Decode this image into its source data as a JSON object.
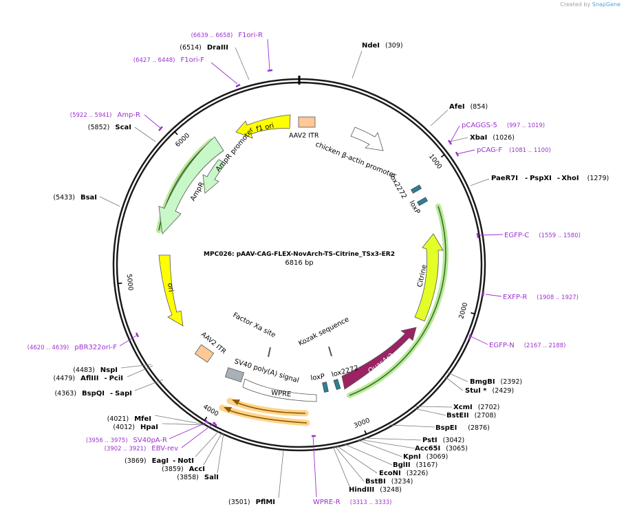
{
  "credit": {
    "created_by": "Created by",
    "brand": "SnapGene"
  },
  "map": {
    "title": "MPC026: pAAV-CAG-FLEX-NovArch-TS-Citrine_TSx3-ER2",
    "length": "6816 bp",
    "total_bp": 6816,
    "ticks": [
      {
        "bp": 1000,
        "label": "1000"
      },
      {
        "bp": 2000,
        "label": "2000"
      },
      {
        "bp": 3000,
        "label": "3000"
      },
      {
        "bp": 4000,
        "label": "4000"
      },
      {
        "bp": 5000,
        "label": "5000"
      },
      {
        "bp": 6000,
        "label": "6000"
      }
    ]
  },
  "colors": {
    "enzyme": "#000000",
    "primer": "#9b30d0",
    "backbone": "#1a1a1a",
    "yellow": "#ffff00",
    "ampr": "#c8f7c8",
    "itr": "#ffc896",
    "citrine": "#e4ff28",
    "quasar": "#9b2363",
    "wpre": "#ffe0a8",
    "lox": "#2f7f93",
    "signal": "#aab0b8",
    "halo_green": "#b9e89a",
    "halo_orange": "#ffd48a"
  },
  "sites": [
    {
      "id": "ndei",
      "name": "NdeI",
      "pos": "(309)"
    },
    {
      "id": "afei",
      "name": "AfeI",
      "pos": "(854)"
    },
    {
      "id": "xbai",
      "name": "XbaI",
      "pos": "(1026)"
    },
    {
      "id": "paer7i",
      "name": "PaeR7I",
      "pos": "(1279)",
      "extra1": "PspXI",
      "extra2": "XhoI"
    },
    {
      "id": "bmgbi",
      "name": "BmgBI",
      "pos": "(2392)"
    },
    {
      "id": "stui",
      "name": "StuI *",
      "pos": "(2429)"
    },
    {
      "id": "xcmi",
      "name": "XcmI",
      "pos": "(2702)"
    },
    {
      "id": "bsteii",
      "name": "BstEII",
      "pos": "(2708)"
    },
    {
      "id": "bspei",
      "name": "BspEI",
      "pos": "(2876)"
    },
    {
      "id": "psti",
      "name": "PstI",
      "pos": "(3042)"
    },
    {
      "id": "acc65i",
      "name": "Acc65I",
      "pos": "(3065)"
    },
    {
      "id": "kpni",
      "name": "KpnI",
      "pos": "(3069)"
    },
    {
      "id": "bglii",
      "name": "BglII",
      "pos": "(3167)"
    },
    {
      "id": "econi",
      "name": "EcoNI",
      "pos": "(3226)"
    },
    {
      "id": "bstbi",
      "name": "BstBI",
      "pos": "(3234)"
    },
    {
      "id": "hindiii",
      "name": "HindIII",
      "pos": "(3248)"
    },
    {
      "id": "pflmi",
      "name": "PflMI",
      "pos": "(3501)"
    },
    {
      "id": "sali",
      "name": "SalI",
      "pos": "(3858)"
    },
    {
      "id": "acci",
      "name": "AccI",
      "pos": "(3859)"
    },
    {
      "id": "eagi",
      "name": "EagI",
      "pos": "(3869)",
      "extra1": "NotI"
    },
    {
      "id": "hpai",
      "name": "HpaI",
      "pos": "(4012)"
    },
    {
      "id": "mfei",
      "name": "MfeI",
      "pos": "(4021)"
    },
    {
      "id": "bspqi",
      "name": "BspQI",
      "pos": "(4363)",
      "extra1": "SapI"
    },
    {
      "id": "afliii",
      "name": "AflIII",
      "pos": "(4479)",
      "extra1": "PciI"
    },
    {
      "id": "nspi",
      "name": "NspI",
      "pos": "(4483)"
    },
    {
      "id": "bsai",
      "name": "BsaI",
      "pos": "(5433)"
    },
    {
      "id": "scai",
      "name": "ScaI",
      "pos": "(5852)"
    },
    {
      "id": "draiii",
      "name": "DraIII",
      "pos": "(6514)"
    }
  ],
  "primers": [
    {
      "id": "f1ori-r",
      "name": "F1ori-R",
      "range": "(6639 .. 6658)"
    },
    {
      "id": "f1ori-f",
      "name": "F1ori-F",
      "range": "(6427 .. 6448)"
    },
    {
      "id": "amp-r",
      "name": "Amp-R",
      "range": "(5922 .. 5941)"
    },
    {
      "id": "pcaggs-5",
      "name": "pCAGGS-5",
      "range": "(997 .. 1019)"
    },
    {
      "id": "pcag-f",
      "name": "pCAG-F",
      "range": "(1081 .. 1100)"
    },
    {
      "id": "egfp-c",
      "name": "EGFP-C",
      "range": "(1559 .. 1580)"
    },
    {
      "id": "exfp-r",
      "name": "EXFP-R",
      "range": "(1908 .. 1927)"
    },
    {
      "id": "egfp-n",
      "name": "EGFP-N",
      "range": "(2167 .. 2188)"
    },
    {
      "id": "pbr322ori-f",
      "name": "pBR322ori-F",
      "range": "(4620 .. 4639)"
    },
    {
      "id": "sv40pa-r",
      "name": "SV40pA-R",
      "range": "(3956 .. 3975)"
    },
    {
      "id": "ebv-rev",
      "name": "EBV-rev",
      "range": "(3902 .. 3921)"
    },
    {
      "id": "wpre-r",
      "name": "WPRE-R",
      "range": "(3313 .. 3333)"
    }
  ],
  "features": {
    "f1_ori": "f1 ori",
    "aav2_itr_top": "AAV2 ITR",
    "chicken_promoter": "chicken β-actin promoter",
    "lox2272_top": "lox2272",
    "loxp_top": "loxP",
    "ampr_promoter": "AmpR promoter",
    "ampr": "AmpR",
    "ori": "ori",
    "citrine": "Citrine",
    "quasar": "QuasAr2",
    "factor_xa": "Factor Xa site",
    "kozak": "Kozak sequence",
    "aav2_itr_bottom": "AAV2 ITR",
    "sv40_signal": "SV40 poly(A) signal",
    "loxp_bottom": "loxP",
    "lox2272_bottom": "lox2272",
    "wpre": "WPRE"
  }
}
